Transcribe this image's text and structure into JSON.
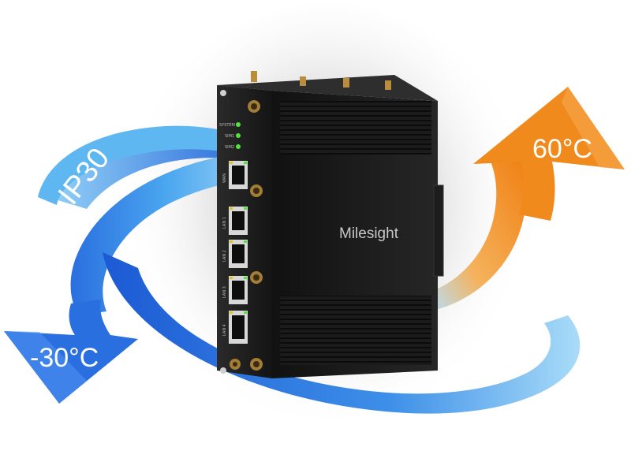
{
  "labels": {
    "ip_rating": "IP30",
    "temp_low": "-30°C",
    "temp_high": "60°C"
  },
  "device": {
    "brand": "Milesight",
    "leds": [
      "SYSTEM",
      "SIM1",
      "SIM2"
    ],
    "ports": [
      "WAN",
      "LAN 1",
      "LAN 2",
      "LAN 3",
      "LAN 4"
    ]
  },
  "colors": {
    "arc_blue_dark": "#1f5fd6",
    "arc_blue_light": "#7ec6f5",
    "arc_orange": "#f08a1c",
    "device_body": "#1a1a1a",
    "led_green": "#4ee63a"
  },
  "icons": [
    "arrow-down-left",
    "arrow-up-right",
    "antenna"
  ]
}
